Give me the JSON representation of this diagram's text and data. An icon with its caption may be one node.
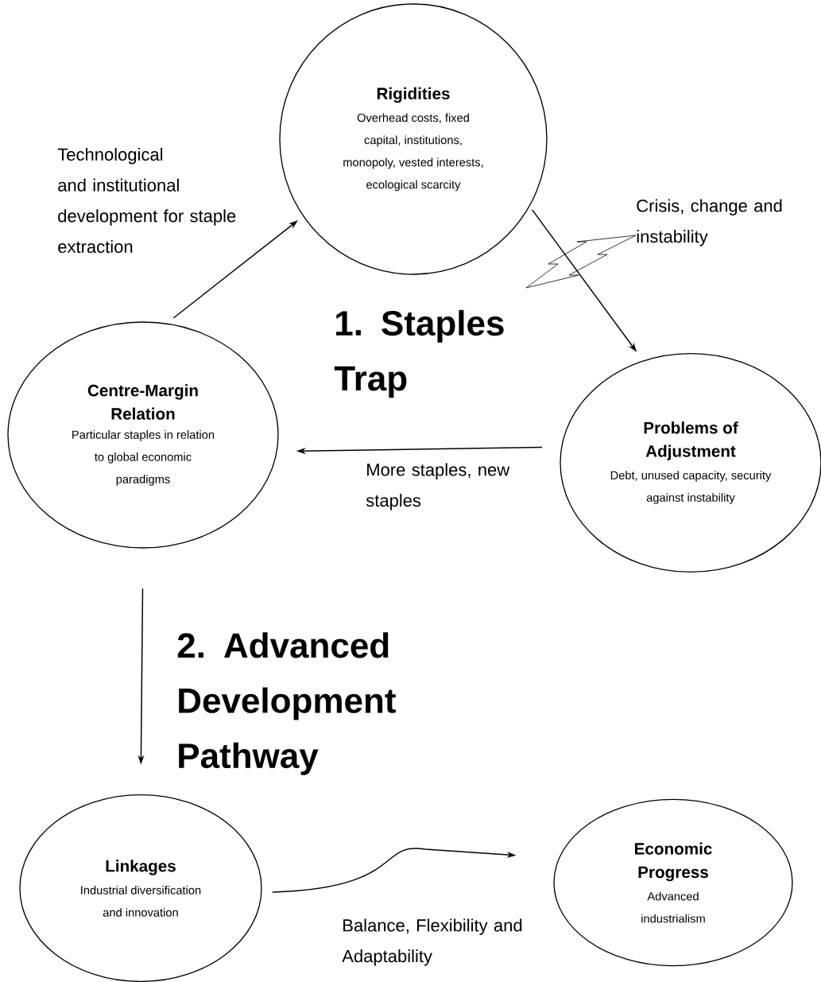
{
  "diagram": {
    "nodes": [
      {
        "text": [
          "Rigidities",
          "Overhead costs, fixed capital, institutions, monopoly, vested interests, ecological scarcity"
        ]
      },
      {
        "text": [
          "Centre-Margin Relation",
          "Particular staples in relation to global economic paradigms"
        ]
      },
      {
        "text": [
          "Problems of Adjustment",
          "Debt, unused capacity, security against instability"
        ]
      },
      {
        "text": [
          "Linkages",
          "Industrial diversification and innovation"
        ]
      },
      {
        "text": [
          "Economic Progress",
          "Advanced industrialism"
        ]
      }
    ],
    "edges": [
      {
        "from": 1,
        "to": 0,
        "arrow": "to",
        "label": "Technological and institutional development for staple extraction"
      },
      {
        "from": 0,
        "to": 2,
        "arrow": "to",
        "label": "Crisis, change and instability"
      },
      {
        "from": 2,
        "to": 1,
        "arrow": "to",
        "label": "More staples, new staples"
      },
      {
        "from": 1,
        "to": 3,
        "arrow": "to"
      },
      {
        "from": 3,
        "to": 4,
        "arrow": "to",
        "label": "Balance, Flexibility and Adaptability"
      }
    ],
    "labels": [
      "1. Staples Trap",
      "2. Advanced Development Pathway"
    ]
  }
}
